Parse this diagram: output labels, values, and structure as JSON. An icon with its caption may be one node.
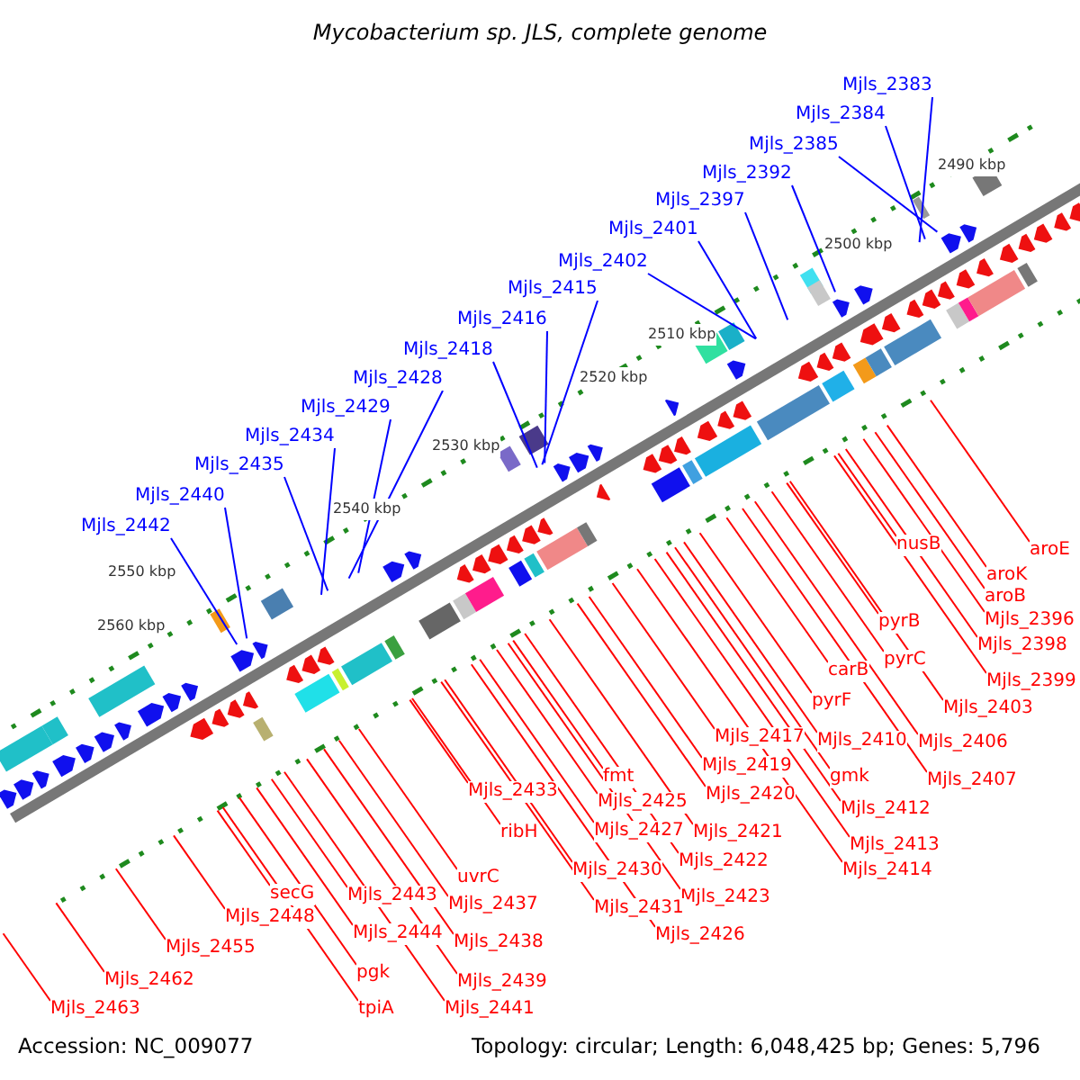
{
  "diagram": {
    "title": "Mycobacterium sp. JLS, complete genome",
    "nodes": [
      {
        "text": [
          "Mjls_2383"
        ]
      },
      {
        "text": [
          "Mjls_2384"
        ]
      },
      {
        "text": [
          "Mjls_2385"
        ]
      },
      {
        "text": [
          "Mjls_2392"
        ]
      },
      {
        "text": [
          "Mjls_2397"
        ]
      },
      {
        "text": [
          "Mjls_2401"
        ]
      },
      {
        "text": [
          "Mjls_2402"
        ]
      },
      {
        "text": [
          "Mjls_2415"
        ]
      },
      {
        "text": [
          "Mjls_2416"
        ]
      },
      {
        "text": [
          "Mjls_2418"
        ]
      },
      {
        "text": [
          "Mjls_2428"
        ]
      },
      {
        "text": [
          "Mjls_2429"
        ]
      },
      {
        "text": [
          "Mjls_2434"
        ]
      },
      {
        "text": [
          "Mjls_2435"
        ]
      },
      {
        "text": [
          "Mjls_2440"
        ]
      },
      {
        "text": [
          "Mjls_2442"
        ]
      },
      {
        "text": [
          "aroE"
        ]
      },
      {
        "text": [
          "nusB"
        ]
      },
      {
        "text": [
          "aroK"
        ]
      },
      {
        "text": [
          "aroB"
        ]
      },
      {
        "text": [
          "Mjls_2396"
        ]
      },
      {
        "text": [
          "pyrB"
        ]
      },
      {
        "text": [
          "Mjls_2398"
        ]
      },
      {
        "text": [
          "pyrC"
        ]
      },
      {
        "text": [
          "carB"
        ]
      },
      {
        "text": [
          "Mjls_2399"
        ]
      },
      {
        "text": [
          "pyrF"
        ]
      },
      {
        "text": [
          "Mjls_2403"
        ]
      },
      {
        "text": [
          "Mjls_2417"
        ]
      },
      {
        "text": [
          "Mjls_2410"
        ]
      },
      {
        "text": [
          "Mjls_2406"
        ]
      },
      {
        "text": [
          "Mjls_2419"
        ]
      },
      {
        "text": [
          "fmt"
        ]
      },
      {
        "text": [
          "gmk"
        ]
      },
      {
        "text": [
          "Mjls_2433"
        ]
      },
      {
        "text": [
          "Mjls_2420"
        ]
      },
      {
        "text": [
          "Mjls_2407"
        ]
      },
      {
        "text": [
          "Mjls_2425"
        ]
      },
      {
        "text": [
          "Mjls_2412"
        ]
      },
      {
        "text": [
          "Mjls_2427"
        ]
      },
      {
        "text": [
          "Mjls_2421"
        ]
      },
      {
        "text": [
          "ribH"
        ]
      },
      {
        "text": [
          "Mjls_2413"
        ]
      },
      {
        "text": [
          "Mjls_2422"
        ]
      },
      {
        "text": [
          "Mjls_2430"
        ]
      },
      {
        "text": [
          "Mjls_2414"
        ]
      },
      {
        "text": [
          "uvrC"
        ]
      },
      {
        "text": [
          "Mjls_2443"
        ]
      },
      {
        "text": [
          "secG"
        ]
      },
      {
        "text": [
          "Mjls_2423"
        ]
      },
      {
        "text": [
          "Mjls_2437"
        ]
      },
      {
        "text": [
          "Mjls_2431"
        ]
      },
      {
        "text": [
          "Mjls_2448"
        ]
      },
      {
        "text": [
          "Mjls_2444"
        ]
      },
      {
        "text": [
          "Mjls_2426"
        ]
      },
      {
        "text": [
          "Mjls_2438"
        ]
      },
      {
        "text": [
          "Mjls_2455"
        ]
      },
      {
        "text": [
          "pgk"
        ]
      },
      {
        "text": [
          "Mjls_2462"
        ]
      },
      {
        "text": [
          "Mjls_2439"
        ]
      },
      {
        "text": [
          "Mjls_2463"
        ]
      },
      {
        "text": [
          "tpiA"
        ]
      },
      {
        "text": [
          "Mjls_2441"
        ]
      }
    ],
    "edges": [
      {
        "from": 0,
        "to": null,
        "arrow": "none",
        "color": "#0000ff"
      },
      {
        "from": 1,
        "to": null,
        "arrow": "none",
        "color": "#0000ff"
      },
      {
        "from": 2,
        "to": null,
        "arrow": "none",
        "color": "#0000ff"
      },
      {
        "from": 3,
        "to": null,
        "arrow": "none",
        "color": "#0000ff"
      },
      {
        "from": 4,
        "to": null,
        "arrow": "none",
        "color": "#0000ff"
      },
      {
        "from": 5,
        "to": null,
        "arrow": "none",
        "color": "#0000ff"
      },
      {
        "from": 6,
        "to": null,
        "arrow": "none",
        "color": "#0000ff"
      },
      {
        "from": 7,
        "to": null,
        "arrow": "none",
        "color": "#0000ff"
      },
      {
        "from": 8,
        "to": null,
        "arrow": "none",
        "color": "#0000ff"
      },
      {
        "from": 9,
        "to": null,
        "arrow": "none",
        "color": "#0000ff"
      },
      {
        "from": 10,
        "to": null,
        "arrow": "none",
        "color": "#0000ff"
      },
      {
        "from": 11,
        "to": null,
        "arrow": "none",
        "color": "#0000ff"
      },
      {
        "from": 12,
        "to": null,
        "arrow": "none",
        "color": "#0000ff"
      },
      {
        "from": 13,
        "to": null,
        "arrow": "none",
        "color": "#0000ff"
      },
      {
        "from": 14,
        "to": null,
        "arrow": "none",
        "color": "#0000ff"
      },
      {
        "from": 15,
        "to": null,
        "arrow": "none",
        "color": "#0000ff"
      },
      {
        "from": 16,
        "to": null,
        "arrow": "none"
      },
      {
        "from": 17,
        "to": null,
        "arrow": "none"
      },
      {
        "from": 18,
        "to": null,
        "arrow": "none"
      },
      {
        "from": 19,
        "to": null,
        "arrow": "none"
      },
      {
        "from": 20,
        "to": null,
        "arrow": "none"
      },
      {
        "from": 21,
        "to": null,
        "arrow": "none"
      },
      {
        "from": 22,
        "to": null,
        "arrow": "none"
      },
      {
        "from": 23,
        "to": null,
        "arrow": "none"
      },
      {
        "from": 24,
        "to": null,
        "arrow": "none"
      },
      {
        "from": 25,
        "to": null,
        "arrow": "none"
      },
      {
        "from": 26,
        "to": null,
        "arrow": "none"
      },
      {
        "from": 27,
        "to": null,
        "arrow": "none"
      },
      {
        "from": 28,
        "to": null,
        "arrow": "none"
      },
      {
        "from": 29,
        "to": null,
        "arrow": "none"
      },
      {
        "from": 30,
        "to": null,
        "arrow": "none"
      },
      {
        "from": 31,
        "to": null,
        "arrow": "none"
      },
      {
        "from": 32,
        "to": null,
        "arrow": "none"
      },
      {
        "from": 33,
        "to": null,
        "arrow": "none"
      },
      {
        "from": 34,
        "to": null,
        "arrow": "none"
      },
      {
        "from": 35,
        "to": null,
        "arrow": "none"
      },
      {
        "from": 36,
        "to": null,
        "arrow": "none"
      },
      {
        "from": 37,
        "to": null,
        "arrow": "none"
      },
      {
        "from": 38,
        "to": null,
        "arrow": "none"
      },
      {
        "from": 39,
        "to": null,
        "arrow": "none"
      },
      {
        "from": 40,
        "to": null,
        "arrow": "none"
      },
      {
        "from": 41,
        "to": null,
        "arrow": "none"
      },
      {
        "from": 42,
        "to": null,
        "arrow": "none"
      },
      {
        "from": 43,
        "to": null,
        "arrow": "none"
      },
      {
        "from": 44,
        "to": null,
        "arrow": "none"
      },
      {
        "from": 45,
        "to": null,
        "arrow": "none"
      },
      {
        "from": 46,
        "to": null,
        "arrow": "none"
      },
      {
        "from": 47,
        "to": null,
        "arrow": "none"
      },
      {
        "from": 48,
        "to": null,
        "arrow": "none"
      },
      {
        "from": 49,
        "to": null,
        "arrow": "none"
      },
      {
        "from": 50,
        "to": null,
        "arrow": "none"
      },
      {
        "from": 51,
        "to": null,
        "arrow": "none"
      },
      {
        "from": 52,
        "to": null,
        "arrow": "none"
      },
      {
        "from": 53,
        "to": null,
        "arrow": "none"
      },
      {
        "from": 54,
        "to": null,
        "arrow": "none"
      },
      {
        "from": 55,
        "to": null,
        "arrow": "none"
      },
      {
        "from": 56,
        "to": null,
        "arrow": "none"
      },
      {
        "from": 57,
        "to": null,
        "arrow": "none"
      },
      {
        "from": 58,
        "to": null,
        "arrow": "none"
      },
      {
        "from": 59,
        "to": null,
        "arrow": "none"
      },
      {
        "from": 60,
        "to": null,
        "arrow": "none"
      },
      {
        "from": 61,
        "to": null,
        "arrow": "none"
      },
      {
        "from": 62,
        "to": null,
        "arrow": "none"
      }
    ],
    "labels": [
      "2490 kbp",
      "2500 kbp",
      "2510 kbp",
      "2520 kbp",
      "2530 kbp",
      "2540 kbp",
      "2550 kbp",
      "2560 kbp",
      "Accession: NC_009077",
      "Topology: circular; Length: 6,048,425 bp; Genes: 5,796"
    ]
  }
}
